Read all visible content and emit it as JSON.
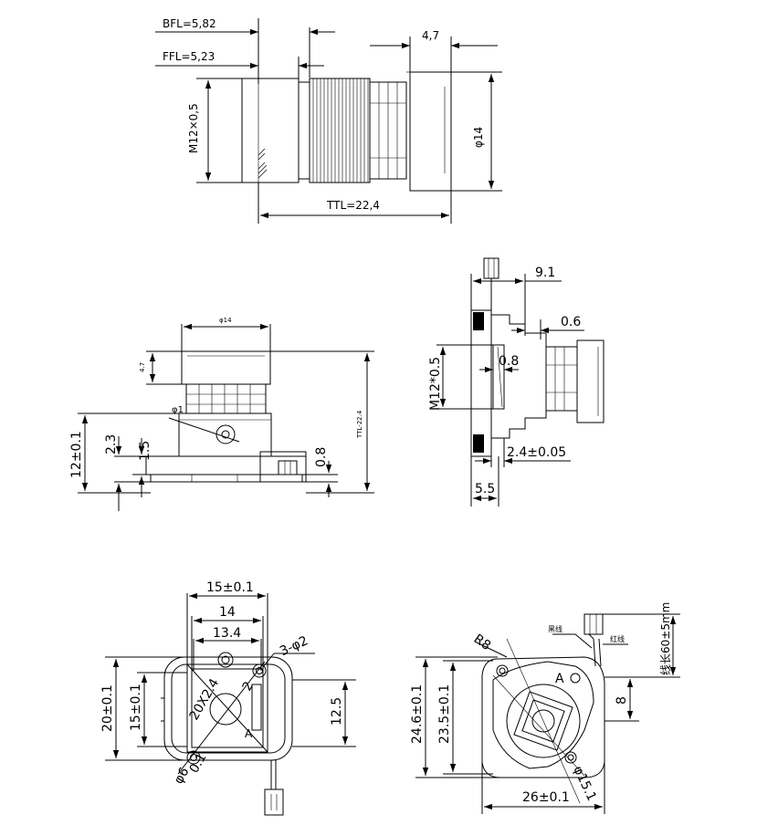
{
  "top_view": {
    "bfl": "BFL=5,82",
    "ffl": "FFL=5,23",
    "thread": "M12×0,5",
    "width": "4,7",
    "diameter": "φ14",
    "ttl": "TTL=22,4"
  },
  "side_view": {
    "diameter": "φ14",
    "height": "4.7",
    "ttl": "TTL-22.4",
    "h12": "12±0.1",
    "h23": "2.3",
    "h15": "1.5",
    "h08": "0.8",
    "dia_small": "φ1"
  },
  "section_view": {
    "d91": "9.1",
    "d06": "0.6",
    "thread": "M12*0.5",
    "d08": "0.8",
    "d24": "2.4±0.05",
    "d55": "5.5"
  },
  "bottom_left": {
    "w15": "15±0.1",
    "w14": "14",
    "w134": "13.4",
    "holes": "3-φ2",
    "h20": "20±0.1",
    "h15": "15±0.1",
    "h125": "12.5",
    "label_2x24": "20X2.4",
    "label_2": "2",
    "label_a": "A",
    "dia_6": "φ6",
    "label_01": "0.1"
  },
  "bottom_right": {
    "r8": "R8",
    "black_wire": "黑线",
    "red_wire": "红线",
    "wire_length": "线长60±5mm",
    "h8": "8",
    "h246": "24.6±0.1",
    "h235": "23.5±0.1",
    "w26": "26±0.1",
    "dia_151": "φ15.1",
    "label_a": "A"
  }
}
